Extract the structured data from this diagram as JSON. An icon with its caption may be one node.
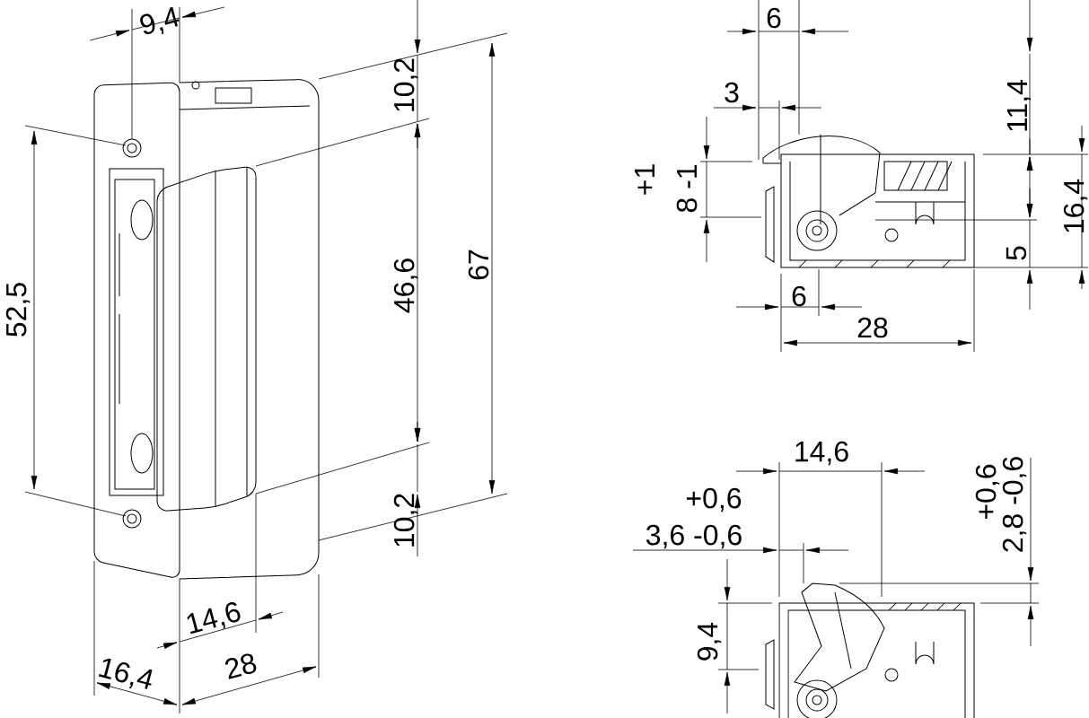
{
  "diagram": {
    "labels": [
      "9,4",
      "10,2",
      "52,5",
      "46,6",
      "67",
      "10,2",
      "14,6",
      "16,4",
      "28",
      "6",
      "3",
      "11,4",
      "+1",
      "8 -1",
      "16,4",
      "5",
      "6",
      "28",
      "14,6",
      "+0,6",
      "3,6 -0,6",
      "+0,6",
      "2,8 -0,6",
      "9,4"
    ]
  }
}
